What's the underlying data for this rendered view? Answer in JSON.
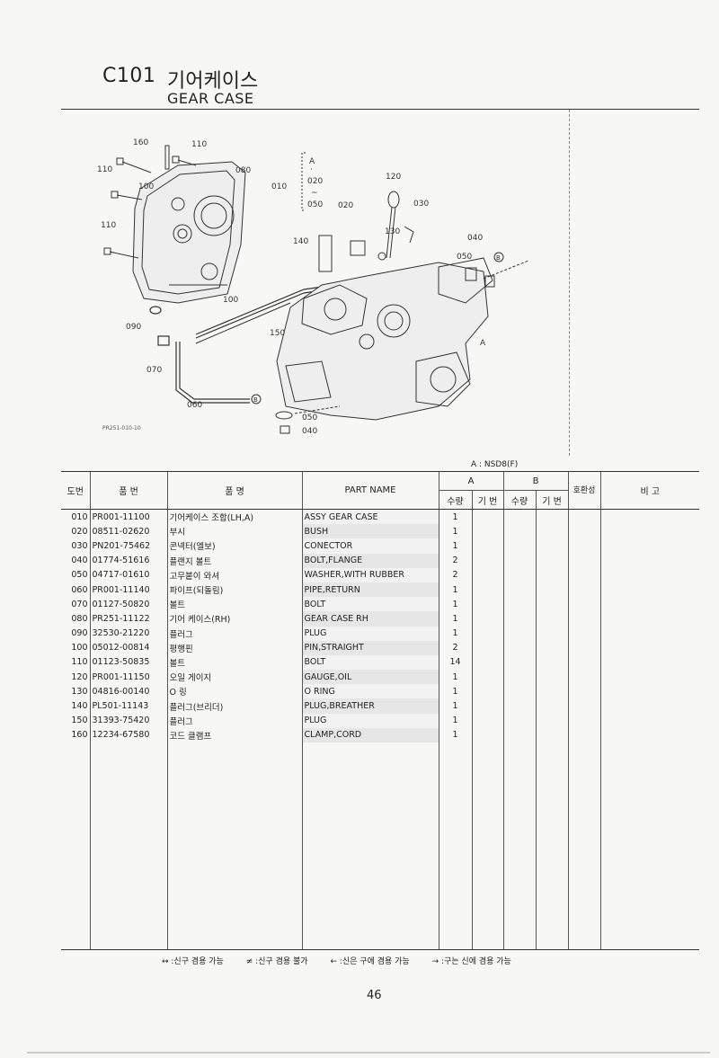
{
  "header": {
    "code": "C101",
    "title_kr": "기어케이스",
    "title_en": "GEAR CASE"
  },
  "diagram": {
    "ref_code": "PR251-010-10",
    "callouts": [
      "160",
      "110",
      "110",
      "100",
      "080",
      "110",
      "100",
      "090",
      "070",
      "060",
      "010",
      "A",
      "·",
      "020",
      "~",
      "050",
      "020",
      "120",
      "030",
      "130",
      "140",
      "040",
      "050",
      "150",
      "A",
      "B",
      "B",
      "050",
      "040"
    ]
  },
  "note_a": "A : NSD8(F)",
  "table": {
    "headers": {
      "no": "도번",
      "part_no": "품 번",
      "name_kr": "품 명",
      "part_name": "PART NAME",
      "group_a": "A",
      "group_b": "B",
      "qty": "수량",
      "base": "기 번",
      "compat": "호환성",
      "remarks": "비 고"
    },
    "rows": [
      {
        "no": "010",
        "part_no": "PR001-11100",
        "name_kr": "기어케이스 조합(LH,A)",
        "part_name": "ASSY GEAR CASE",
        "qty": "1"
      },
      {
        "no": "020",
        "part_no": "08511-02620",
        "name_kr": "부시",
        "part_name": "BUSH",
        "qty": "1"
      },
      {
        "no": "030",
        "part_no": "PN201-75462",
        "name_kr": "콘넥터(엘보)",
        "part_name": "CONECTOR",
        "qty": "1"
      },
      {
        "no": "040",
        "part_no": "01774-51616",
        "name_kr": "플랜지 볼트",
        "part_name": "BOLT,FLANGE",
        "qty": "2"
      },
      {
        "no": "050",
        "part_no": "04717-01610",
        "name_kr": "고무붙이 와셔",
        "part_name": "WASHER,WITH RUBBER",
        "qty": "2"
      },
      {
        "no": "060",
        "part_no": "PR001-11140",
        "name_kr": "파이프(되돌림)",
        "part_name": "PIPE,RETURN",
        "qty": "1"
      },
      {
        "no": "070",
        "part_no": "01127-50820",
        "name_kr": "볼트",
        "part_name": "BOLT",
        "qty": "1"
      },
      {
        "no": "080",
        "part_no": "PR251-11122",
        "name_kr": "기어 케이스(RH)",
        "part_name": "GEAR CASE RH",
        "qty": "1"
      },
      {
        "no": "090",
        "part_no": "32530-21220",
        "name_kr": "플러그",
        "part_name": "PLUG",
        "qty": "1"
      },
      {
        "no": "100",
        "part_no": "05012-00814",
        "name_kr": "평행핀",
        "part_name": "PIN,STRAIGHT",
        "qty": "2"
      },
      {
        "no": "110",
        "part_no": "01123-50835",
        "name_kr": "볼트",
        "part_name": "BOLT",
        "qty": "14"
      },
      {
        "no": "120",
        "part_no": "PR001-11150",
        "name_kr": "오일 게이지",
        "part_name": "GAUGE,OIL",
        "qty": "1"
      },
      {
        "no": "130",
        "part_no": "04816-00140",
        "name_kr": "O 링",
        "part_name": "O RING",
        "qty": "1"
      },
      {
        "no": "140",
        "part_no": "PL501-11143",
        "name_kr": "플러그(브리더)",
        "part_name": "PLUG,BREATHER",
        "qty": "1"
      },
      {
        "no": "150",
        "part_no": "31393-75420",
        "name_kr": "플러그",
        "part_name": "PLUG",
        "qty": "1"
      },
      {
        "no": "160",
        "part_no": "12234-67580",
        "name_kr": "코드 클램프",
        "part_name": "CLAMP,CORD",
        "qty": "1"
      }
    ]
  },
  "legend": [
    "↔ :신구 겸용 가능",
    "≠ :신구 겸용 불가",
    "← :신은 구에 겸용 가능",
    "→ :구는 신에 겸용 가능"
  ],
  "page_number": "46"
}
